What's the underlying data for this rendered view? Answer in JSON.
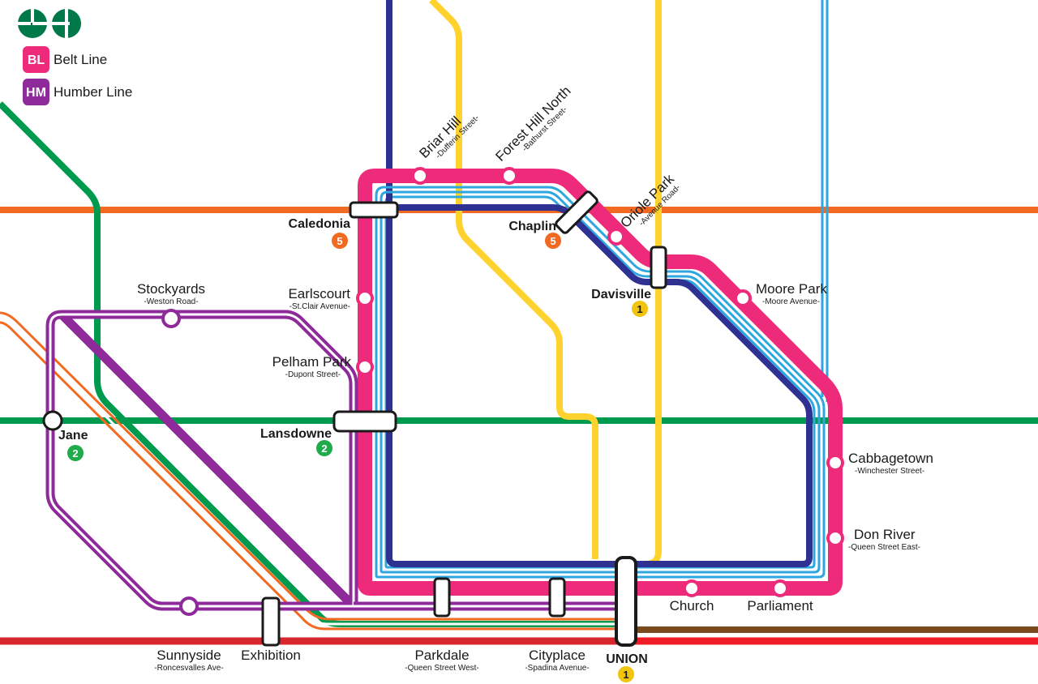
{
  "colors": {
    "belt": "#ee2a7b",
    "humber": "#8e2a99",
    "navy": "#2e3192",
    "yellow": "#ffd22e",
    "green": "#009a4e",
    "orange": "#f26a21",
    "cyan": "#2ea6df",
    "red": "#d7262e",
    "brown": "#7a4a1e",
    "go": "#00794a",
    "line1": "#f1c40f",
    "line2": "#1faa4b",
    "line5": "#f26a21"
  },
  "legend": {
    "logo_icon": "go-transit-logo-icon",
    "items": [
      {
        "code": "BL",
        "label": "Belt Line",
        "color": "#ee2a7b"
      },
      {
        "code": "HM",
        "label": "Humber Line",
        "color": "#8e2a99"
      }
    ]
  },
  "stations": {
    "briar_hill": {
      "name": "Briar Hill",
      "sub": "-Dufferin Street-"
    },
    "forest_hill_north": {
      "name": "Forest Hill North",
      "sub": "-Bathurst Street-"
    },
    "oriole_park": {
      "name": "Oriole Park",
      "sub": "-Avenue Road-"
    },
    "caledonia": {
      "name": "Caledonia",
      "line": "5"
    },
    "chaplin": {
      "name": "Chaplin",
      "line": "5"
    },
    "davisville": {
      "name": "Davisville",
      "line": "1"
    },
    "moore_park": {
      "name": "Moore Park",
      "sub": "-Moore Avenue-"
    },
    "earlscourt": {
      "name": "Earlscourt",
      "sub": "-St.Clair Avenue-"
    },
    "stockyards": {
      "name": "Stockyards",
      "sub": "-Weston Road-"
    },
    "pelham_park": {
      "name": "Pelham Park",
      "sub": "-Dupont Street-"
    },
    "lansdowne": {
      "name": "Lansdowne",
      "line": "2"
    },
    "jane": {
      "name": "Jane",
      "line": "2"
    },
    "cabbagetown": {
      "name": "Cabbagetown",
      "sub": "-Winchester Street-"
    },
    "don_river": {
      "name": "Don River",
      "sub": "-Queen Street East-"
    },
    "church": {
      "name": "Church"
    },
    "parliament": {
      "name": "Parliament"
    },
    "sunnyside": {
      "name": "Sunnyside",
      "sub": "-Roncesvalles Ave-"
    },
    "exhibition": {
      "name": "Exhibition"
    },
    "parkdale": {
      "name": "Parkdale",
      "sub": "-Queen Street West-"
    },
    "cityplace": {
      "name": "Cityplace",
      "sub": "-Spadina Avenue-"
    },
    "union": {
      "name": "UNION",
      "line": "1"
    }
  }
}
